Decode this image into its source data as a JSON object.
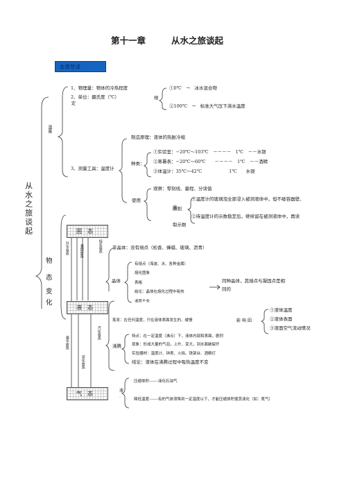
{
  "title": {
    "chapter": "第十一章",
    "topic": "从水之旅谈起"
  },
  "badge": "本章导读",
  "root_label": "从水之旅谈起",
  "temperature": {
    "label": "温度",
    "item1": "1、物理量：物体的冷热程度",
    "item2": "2、单位：摄氏度（℃）",
    "item2_tail": "规",
    "item2_cont": "定",
    "rule1": "①0℃　→　冰水混合物",
    "rule2": "②100℃　→　标准大气压下沸水温度",
    "item3": "3、测量工具：温度计",
    "principle": "制造原理：液体的热胀冷缩",
    "kinds_label": "种类：",
    "kinds": [
      "①实验室：−20℃～103℃　－－－－　1℃　－－水银",
      "②寒暑表：−20℃～60℃　　－－－－　1℃　－－酒精",
      "③体温计：35℃～42℃　　　　　　1℃　　水银"
    ],
    "use_label": "使用",
    "observe": "观察：零刻线、量程、分读值",
    "principle_label": "原则",
    "rules": [
      "①温度计的玻璃泡全部浸入被测液体中，但不碰容器壁、",
      "底",
      "②待温度计的示数稳定后，继续留在被测液体中，再读",
      "取示数"
    ]
  },
  "states": {
    "label_wu": "物",
    "label_tai": "态",
    "label_bian": "变",
    "label_hua": "化",
    "solid": "固态",
    "liquid": "液态",
    "gas": "气态",
    "sublimation": "升华吸热",
    "solidify": "凝固放热",
    "melting": "熔化吸热",
    "desublimation": "凝华放热",
    "liquefy": "液化放热",
    "vaporize": "汽化吸热",
    "non_crystal": "非晶体：没有熔点（松香、蜂蜡、玻璃、沥青）",
    "crystal_label": "晶体",
    "crystal_items": [
      "有熔点（海波、冰、各种金属）",
      "熔化图象",
      "表格",
      "结论：晶体在熔化过程中吸热",
      "温度不变"
    ],
    "crystal_note_1": "同种晶体，其熔点与凝固点是相",
    "crystal_note_2": "同的",
    "evaporation": "蒸发：在任何温度，只在液体表面发生的、缓慢",
    "factors_label": "影 响 因",
    "factors": [
      "①液体温度",
      "②液体表面",
      "③液面空气流动情况"
    ],
    "boiling_label": "沸腾",
    "boiling_items": [
      "特点：在一定温度（沸点）下，液体内部和表面，剧烈",
      "现象：形成大量的气泡，上升、变大，到水面破裂开",
      "实验器材：温度计、钟表、火焰、铁架台、酒精灯",
      "结论：液体在沸腾过程中吸热温度不变"
    ],
    "liquid_cut": "液",
    "liquid_cut2": "¨",
    "liq_methods": [
      "压缩体积-------液化石油气",
      "降低温度-------有的气体须降到一定温度以下，才能压缩体积使其液化（如：氮气）"
    ]
  }
}
